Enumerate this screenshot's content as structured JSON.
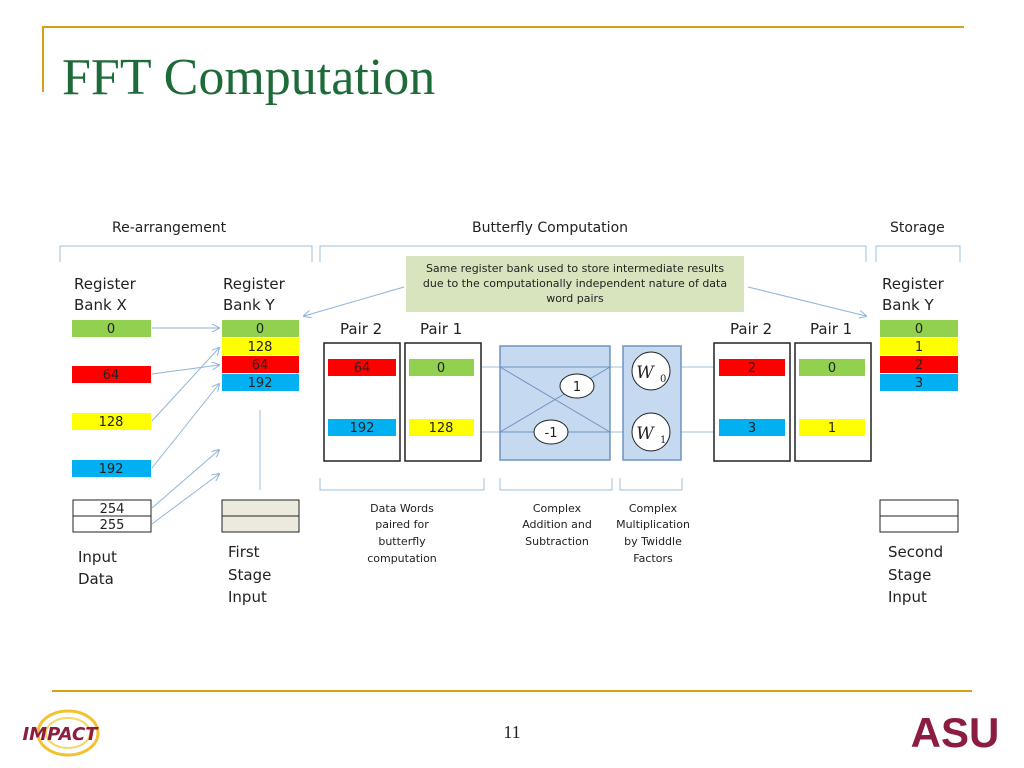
{
  "slide": {
    "title": "FFT Computation",
    "page_number": "11",
    "impact_logo": "IMPACT",
    "asu_logo": "ASU"
  },
  "sections": {
    "rearrangement": "Re-arrangement",
    "butterfly": "Butterfly Computation",
    "storage": "Storage"
  },
  "note": [
    "Same register bank used to store intermediate results",
    "due to the computationally independent nature of data",
    "word pairs"
  ],
  "bank_x": {
    "label": [
      "Register",
      "Bank X"
    ],
    "cells": [
      "0",
      "64",
      "128",
      "192"
    ],
    "input_cells": [
      "254",
      "255"
    ],
    "footer": [
      "Input",
      "Data"
    ]
  },
  "bank_y": {
    "label": [
      "Register",
      "Bank Y"
    ],
    "cells": [
      "0",
      "128",
      "64",
      "192"
    ],
    "footer": [
      "First",
      "Stage",
      "Input"
    ]
  },
  "pairs_in": {
    "pair2": {
      "label": "Pair 2",
      "top": "64",
      "bottom": "192"
    },
    "pair1": {
      "label": "Pair 1",
      "top": "0",
      "bottom": "128"
    }
  },
  "butterfly": {
    "coeff_top": "1",
    "coeff_bottom": "-1"
  },
  "twiddle": {
    "w0_base": "W",
    "w0_sub": "0",
    "w1_base": "W",
    "w1_sub": "1"
  },
  "pairs_out": {
    "pair2": {
      "label": "Pair 2",
      "top": "2",
      "bottom": "3"
    },
    "pair1": {
      "label": "Pair 1",
      "top": "0",
      "bottom": "1"
    }
  },
  "bank_y2": {
    "label": [
      "Register",
      "Bank Y"
    ],
    "cells": [
      "0",
      "1",
      "2",
      "3"
    ],
    "footer": [
      "Second",
      "Stage",
      "Input"
    ]
  },
  "captions": {
    "data_words": [
      "Data Words",
      "paired for",
      "butterfly",
      "computation"
    ],
    "complex_add": [
      "Complex",
      "Addition and",
      "Subtraction"
    ],
    "complex_mult": [
      "Complex",
      "Multiplication",
      "by Twiddle",
      "Factors"
    ]
  },
  "colors": {
    "green": "#92d050",
    "yellow": "#ffff00",
    "red": "#ff0000",
    "blue": "#00b0f0",
    "title_green": "#1e6b3a",
    "gold": "#d4a017",
    "note_bg": "#d7e4bd",
    "box_fill": "#c5d9f1",
    "asu_maroon": "#8c1d40"
  }
}
